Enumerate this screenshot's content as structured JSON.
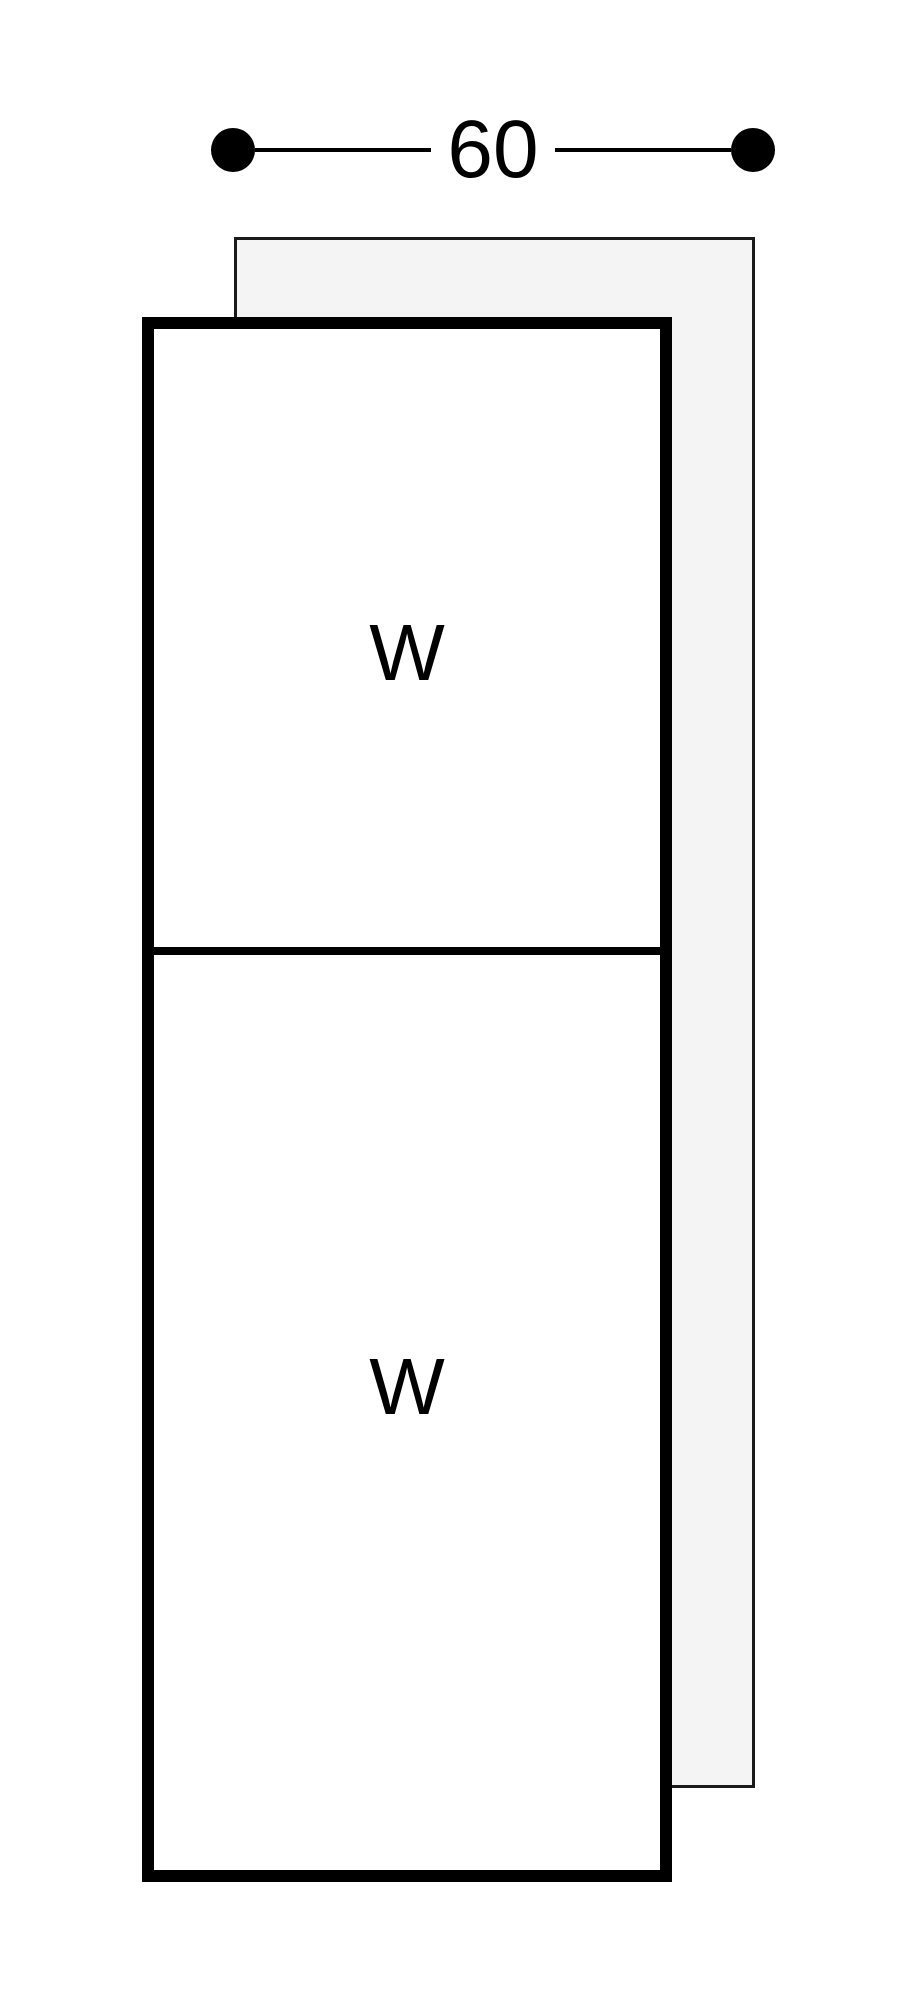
{
  "diagram": {
    "type": "appliance-installation-dimension-drawing",
    "width_dimension": {
      "value": "60"
    },
    "compartments": [
      {
        "label": "W"
      },
      {
        "label": "W"
      }
    ],
    "colors": {
      "stroke": "#000000",
      "panel_fill": "#f4f4f4",
      "panel_border": "#1a1a1a",
      "background": "#ffffff"
    }
  }
}
